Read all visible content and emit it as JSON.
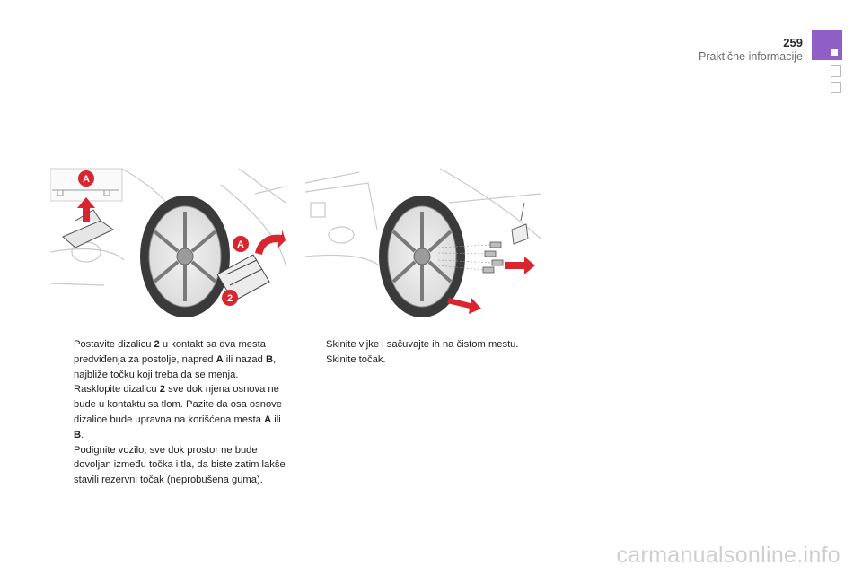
{
  "header": {
    "page_number": "259",
    "section_title": "Praktične informacije"
  },
  "illustration_left": {
    "labels": {
      "a_top": "A",
      "a_jack": "A",
      "two": "2"
    }
  },
  "steps_left": [
    {
      "segments": [
        "Postavite dizalicu ",
        "2",
        " u kontakt sa dva mesta predviđenja za postolje, napred ",
        "A",
        " ili nazad ",
        "B",
        ", najbliže točku koji treba da se menja."
      ]
    },
    {
      "segments": [
        "Rasklopite dizalicu ",
        "2",
        " sve dok njena osnova ne bude u kontaktu sa tlom. Pazite da osa osnove dizalice bude upravna na korišćena mesta ",
        "A",
        " ili ",
        "B",
        "."
      ]
    },
    {
      "segments": [
        "Podignite vozilo, sve dok prostor ne bude dovoljan između točka i tla, da biste zatim lakše stavili rezervni točak (neprobušena guma)."
      ]
    }
  ],
  "steps_right": [
    {
      "segments": [
        "Skinite vijke i sačuvajte ih na čistom mestu."
      ]
    },
    {
      "segments": [
        "Skinite točak."
      ]
    }
  ],
  "bullet_glyph": "",
  "watermark": "carmanualsonline.info",
  "colors": {
    "accent": "#8f5fc7",
    "arrow_red": "#d9262e"
  }
}
